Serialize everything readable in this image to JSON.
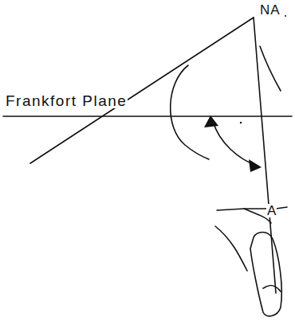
{
  "diagram": {
    "labels": [
      "NA",
      "Frankfort Plane",
      "A"
    ]
  }
}
